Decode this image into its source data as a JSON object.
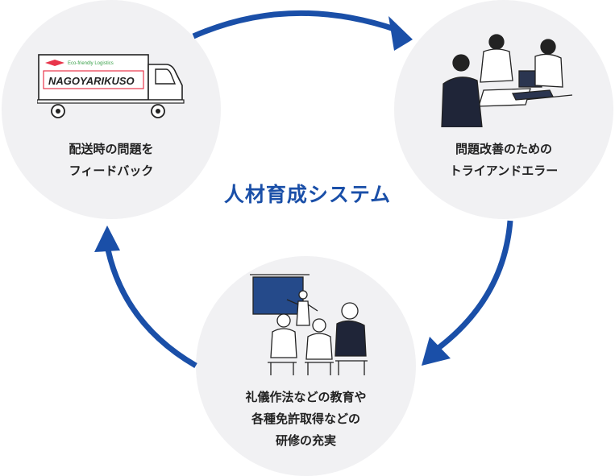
{
  "diagram": {
    "center_title": "人材育成システム",
    "colors": {
      "arrow": "#1a4fa8",
      "circle": "#f1f1f3",
      "title": "#1a4fa8",
      "text": "#222222"
    },
    "nodes": [
      {
        "id": "feedback",
        "lines": [
          "配送時の問題を",
          "フィードバック"
        ],
        "illustration": "delivery-truck"
      },
      {
        "id": "trial",
        "lines": [
          "問題改善のための",
          "トライアンドエラー"
        ],
        "illustration": "team-meeting"
      },
      {
        "id": "training",
        "lines": [
          "礼儀作法などの教育や",
          "各種免許取得などの",
          "研修の充実"
        ],
        "illustration": "seminar-lecture"
      }
    ],
    "truck": {
      "brand": "NAGOYARIKUSO",
      "tagline": "Eco-friendly Logistics"
    },
    "flow": [
      "feedback",
      "trial",
      "training",
      "feedback"
    ]
  }
}
